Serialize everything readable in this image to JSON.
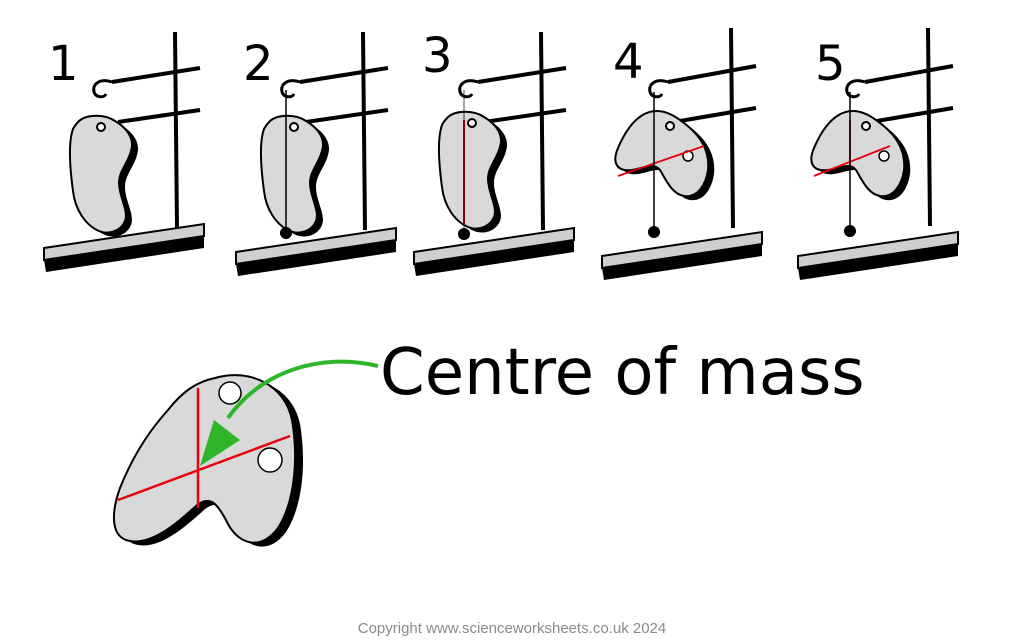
{
  "steps": [
    {
      "label": "1",
      "plumb_line": false,
      "first_red_line": false,
      "second_red_line": false
    },
    {
      "label": "2",
      "plumb_line": true,
      "first_red_line": false,
      "second_red_line": false
    },
    {
      "label": "3",
      "plumb_line": true,
      "first_red_line": true,
      "second_red_line": false
    },
    {
      "label": "4",
      "plumb_line": true,
      "first_red_line": true,
      "second_red_line": false
    },
    {
      "label": "5",
      "plumb_line": true,
      "first_red_line": true,
      "second_red_line": true
    }
  ],
  "label_text": "Centre of mass",
  "copyright": "Copyright www.scienceworksheets.co.uk 2024",
  "colors": {
    "lamina_fill": "#d9d9d9",
    "lamina_shadow": "#000000",
    "construction_line": "#e8000b",
    "arrow": "#2fb52a",
    "base_top": "#cfcfcf"
  }
}
